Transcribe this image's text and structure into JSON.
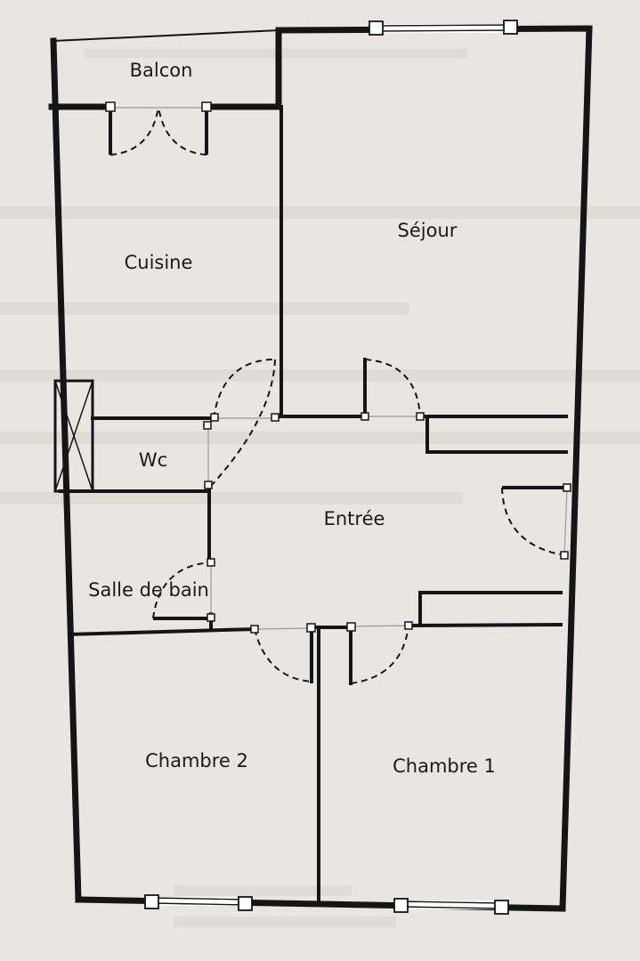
{
  "rooms": {
    "balcon": "Balcon",
    "cuisine": "Cuisine",
    "sejour": "Séjour",
    "wc": "Wc",
    "entree": "Entrée",
    "salle_de_bain": "Salle de bain",
    "chambre_2": "Chambre 2",
    "chambre_1": "Chambre 1"
  },
  "colors": {
    "paper": "#e9e6e1",
    "wall": "#151515",
    "text": "#1a1a1a"
  }
}
